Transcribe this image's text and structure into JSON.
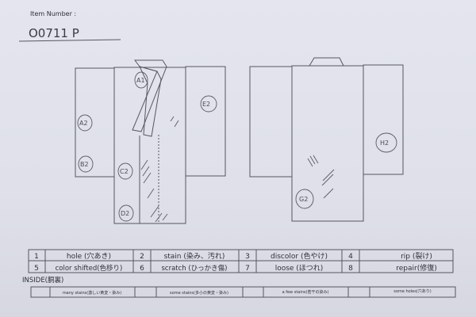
{
  "header": {
    "item_number_label": "Item Number :",
    "item_number": "O0711   P"
  },
  "front_marks": [
    "A1",
    "A2",
    "B2",
    "C2",
    "D2",
    "E2"
  ],
  "back_marks": [
    "G2",
    "H2"
  ],
  "legend": {
    "rows": [
      [
        {
          "num": "1",
          "label": "hole (穴あき)"
        },
        {
          "num": "2",
          "label": "stain (染み、汚れ)"
        },
        {
          "num": "3",
          "label": "discolor (色やけ)"
        },
        {
          "num": "4",
          "label": "rip (裂け)"
        }
      ],
      [
        {
          "num": "5",
          "label": "color shifted(色移り)"
        },
        {
          "num": "6",
          "label": "scratch (ひっかき傷)"
        },
        {
          "num": "7",
          "label": "loose (ほつれ)"
        },
        {
          "num": "8",
          "label": "repair(修復)"
        }
      ]
    ]
  },
  "inside": {
    "title": "INSIDE(胴裏)",
    "items": [
      "many stains(激しい黄変・染み)",
      "some stains(多小の黄変・染み)",
      "a few stains(若干の染み)",
      "some holes(穴あり)"
    ]
  }
}
